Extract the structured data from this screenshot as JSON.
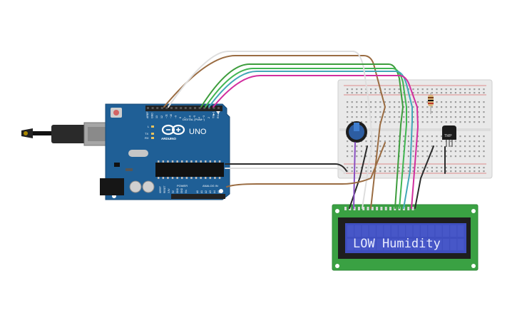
{
  "board": {
    "name": "UNO",
    "brand": "ARDUINO",
    "digital_label": "DIGITAL (PWM~)",
    "power_label": "POWER",
    "analog_label": "ANALOG IN",
    "led_labels": [
      "L",
      "TX",
      "RX"
    ],
    "digital_pins": [
      "AREF",
      "GND",
      "13",
      "12",
      "~11",
      "~10",
      "~9",
      "8",
      "7",
      "~6",
      "~5",
      "4",
      "~3",
      "2",
      "TX▶1",
      "RX◀0"
    ],
    "power_pins": [
      "IOREF",
      "RESET",
      "3.3V",
      "5V",
      "GND",
      "GND",
      "Vin"
    ],
    "analog_pins": [
      "A0",
      "A1",
      "A2",
      "A3",
      "A4",
      "A5"
    ]
  },
  "sensor": {
    "label": "TMP"
  },
  "lcd": {
    "text": "LOW Humidity"
  },
  "colors": {
    "board": "#1f5f96",
    "lcd_pcb": "#3aa143",
    "lcd_screen": "#3f4fc0",
    "lcd_text": "#e8ecff",
    "breadboard": "#e9e9e9",
    "wire_brown": "#9a6c42",
    "wire_green_dark": "#3d9d3d",
    "wire_green": "#41b652",
    "wire_teal": "#43a8b8",
    "wire_magenta": "#d12f9f",
    "wire_black": "#2b2b2b",
    "wire_white": "#dedede",
    "wire_purple": "#8a50c2"
  }
}
